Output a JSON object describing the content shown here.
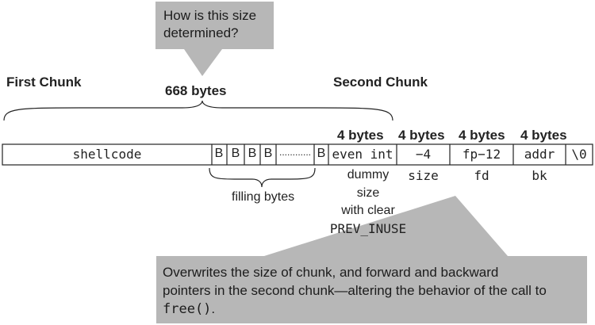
{
  "callout_top": {
    "line1": "How is this size",
    "line2": "determined?"
  },
  "labels": {
    "first_chunk": "First Chunk",
    "second_chunk": "Second Chunk",
    "size_668": "668 bytes"
  },
  "byte_headers": [
    "4 bytes",
    "4 bytes",
    "4 bytes",
    "4 bytes"
  ],
  "memory_row": {
    "shellcode": "shellcode",
    "b": "B",
    "dots": "............",
    "even_int": "even int",
    "minus4": "−4",
    "fp12": "fp−12",
    "addr": "addr",
    "null": "\\0"
  },
  "below_labels": {
    "filling_bytes": "filling bytes",
    "dummy1": "dummy",
    "dummy2": "size",
    "dummy3": "with clear",
    "dummy4": "PREV_INUSE",
    "size": "size",
    "fd": "fd",
    "bk": "bk"
  },
  "callout_bottom": {
    "line1": "Overwrites the size of chunk, and forward and backward",
    "line2": "pointers in the second chunk—altering the behavior of the call to",
    "code": "free()",
    "tail": "."
  },
  "colors": {
    "callout_fill": "#b7b7b7",
    "line": "#222222"
  }
}
